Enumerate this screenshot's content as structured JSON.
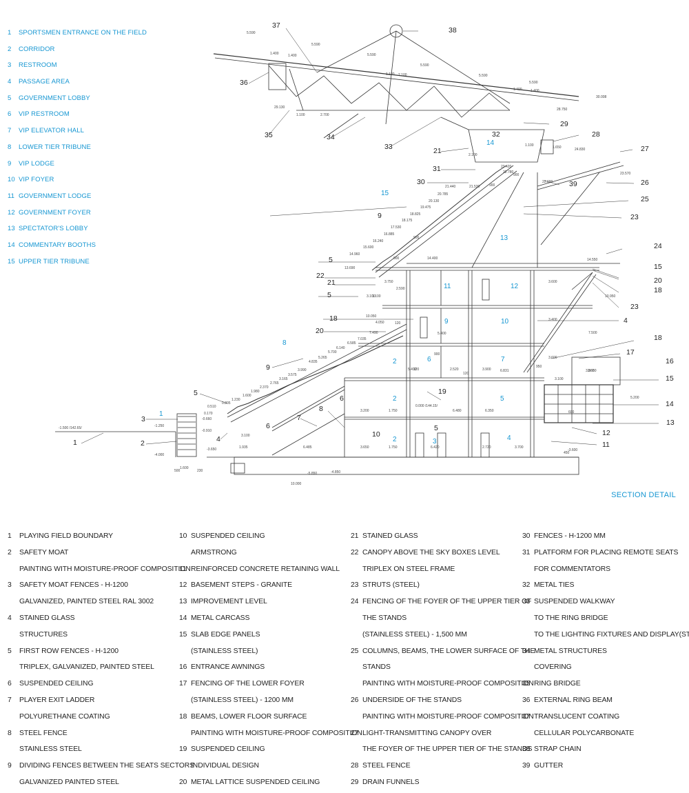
{
  "space_legend": [
    {
      "num": "1",
      "label": "SPORTSMEN ENTRANCE ON THE FIELD"
    },
    {
      "num": "2",
      "label": "CORRIDOR"
    },
    {
      "num": "3",
      "label": "RESTROOM"
    },
    {
      "num": "4",
      "label": "PASSAGE AREA"
    },
    {
      "num": "5",
      "label": "GOVERNMENT LOBBY"
    },
    {
      "num": "6",
      "label": "VIP RESTROOM"
    },
    {
      "num": "7",
      "label": "VIP ELEVATOR HALL"
    },
    {
      "num": "8",
      "label": "LOWER TIER TRIBUNE"
    },
    {
      "num": "9",
      "label": "VIP LODGE"
    },
    {
      "num": "10",
      "label": "VIP FOYER"
    },
    {
      "num": "11",
      "label": "GOVERNMENT LODGE"
    },
    {
      "num": "12",
      "label": "GOVERNMENT FOYER"
    },
    {
      "num": "13",
      "label": "SPECTATOR'S LOBBY"
    },
    {
      "num": "14",
      "label": "COMMENTARY BOOTHS"
    },
    {
      "num": "15",
      "label": "UPPER TIER TRIBUNE"
    }
  ],
  "section_title": "SECTION DETAIL",
  "space_tags": [
    {
      "t": "1"
    },
    {
      "t": "2"
    },
    {
      "t": "2"
    },
    {
      "t": "2"
    },
    {
      "t": "3"
    },
    {
      "t": "4"
    },
    {
      "t": "5"
    },
    {
      "t": "6"
    },
    {
      "t": "7"
    },
    {
      "t": "8"
    },
    {
      "t": "9"
    },
    {
      "t": "10"
    },
    {
      "t": "11"
    },
    {
      "t": "12"
    },
    {
      "t": "13"
    },
    {
      "t": "14"
    },
    {
      "t": "15"
    }
  ],
  "callouts": [
    {
      "t": "1"
    },
    {
      "t": "2"
    },
    {
      "t": "3"
    },
    {
      "t": "4"
    },
    {
      "t": "5"
    },
    {
      "t": "5"
    },
    {
      "t": "5"
    },
    {
      "t": "5"
    },
    {
      "t": "6"
    },
    {
      "t": "6"
    },
    {
      "t": "7"
    },
    {
      "t": "8"
    },
    {
      "t": "9"
    },
    {
      "t": "9"
    },
    {
      "t": "10"
    },
    {
      "t": "11"
    },
    {
      "t": "12"
    },
    {
      "t": "13"
    },
    {
      "t": "14"
    },
    {
      "t": "15"
    },
    {
      "t": "15"
    },
    {
      "t": "16"
    },
    {
      "t": "17"
    },
    {
      "t": "18"
    },
    {
      "t": "18"
    },
    {
      "t": "18"
    },
    {
      "t": "19"
    },
    {
      "t": "20"
    },
    {
      "t": "20"
    },
    {
      "t": "21"
    },
    {
      "t": "21"
    },
    {
      "t": "22"
    },
    {
      "t": "23"
    },
    {
      "t": "23"
    },
    {
      "t": "24"
    },
    {
      "t": "25"
    },
    {
      "t": "26"
    },
    {
      "t": "27"
    },
    {
      "t": "28"
    },
    {
      "t": "29"
    },
    {
      "t": "30"
    },
    {
      "t": "31"
    },
    {
      "t": "32"
    },
    {
      "t": "33"
    },
    {
      "t": "34"
    },
    {
      "t": "35"
    },
    {
      "t": "36"
    },
    {
      "t": "37"
    },
    {
      "t": "38"
    },
    {
      "t": "39"
    },
    {
      "t": "4"
    }
  ],
  "dims": [
    {
      "t": "5.590"
    },
    {
      "t": "5.590"
    },
    {
      "t": "5.590"
    },
    {
      "t": "5.590"
    },
    {
      "t": "5.590"
    },
    {
      "t": "5.590"
    },
    {
      "t": "1.400"
    },
    {
      "t": "1.400"
    },
    {
      "t": "1.120"
    },
    {
      "t": "2.100"
    },
    {
      "t": "1.100"
    },
    {
      "t": "2.700"
    },
    {
      "t": "1.400"
    },
    {
      "t": "1.400"
    },
    {
      "t": "30.008"
    },
    {
      "t": "28.750"
    },
    {
      "t": "29.130"
    },
    {
      "t": "24.830"
    },
    {
      "t": "23.570"
    },
    {
      "t": "22.780"
    },
    {
      "t": "23.420"
    },
    {
      "t": "22.690"
    },
    {
      "t": "21.530"
    },
    {
      "t": "21.440"
    },
    {
      "t": "20.785"
    },
    {
      "t": "20.130"
    },
    {
      "t": "19.475"
    },
    {
      "t": "18.825"
    },
    {
      "t": "18.175"
    },
    {
      "t": "17.530"
    },
    {
      "t": "16.885"
    },
    {
      "t": "16.240"
    },
    {
      "t": "15.600"
    },
    {
      "t": "14.960"
    },
    {
      "t": "14.400"
    },
    {
      "t": "14.550"
    },
    {
      "t": "13.690"
    },
    {
      "t": "10.950"
    },
    {
      "t": "10.050"
    },
    {
      "t": "4.050"
    },
    {
      "t": "3.750"
    },
    {
      "t": "7.490"
    },
    {
      "t": "7.035"
    },
    {
      "t": "6.585"
    },
    {
      "t": "6.140"
    },
    {
      "t": "5.700"
    },
    {
      "t": "5.265"
    },
    {
      "t": "4.835"
    },
    {
      "t": "3.990"
    },
    {
      "t": "3.575"
    },
    {
      "t": "3.165"
    },
    {
      "t": "2.765"
    },
    {
      "t": "2.370"
    },
    {
      "t": "1.980"
    },
    {
      "t": "1.600"
    },
    {
      "t": "1.230"
    },
    {
      "t": "0.805"
    },
    {
      "t": "0.510"
    },
    {
      "t": "0.170"
    },
    {
      "t": "-0.660"
    },
    {
      "t": "-0.910"
    },
    {
      "t": "-1.250"
    },
    {
      "t": "-1.500 /142.65/"
    },
    {
      "t": "-3.650"
    },
    {
      "t": "-4.000"
    },
    {
      "t": "-5.850"
    },
    {
      "t": "-4.850"
    },
    {
      "t": "-3.600"
    },
    {
      "t": "5.400"
    },
    {
      "t": "5.490"
    },
    {
      "t": "2.520"
    },
    {
      "t": "3.900"
    },
    {
      "t": "6.831"
    },
    {
      "t": "7.500"
    },
    {
      "t": "3.100"
    },
    {
      "t": "3.650"
    },
    {
      "t": "0.000 /144.15/"
    },
    {
      "t": "6.480"
    },
    {
      "t": "6.350"
    },
    {
      "t": "3.200"
    },
    {
      "t": "1.750"
    },
    {
      "t": "3.650"
    },
    {
      "t": "1.750"
    },
    {
      "t": "6.420"
    },
    {
      "t": "2.720"
    },
    {
      "t": "3.700"
    },
    {
      "t": "6.485"
    },
    {
      "t": "1.600"
    },
    {
      "t": "10.000"
    },
    {
      "t": "3.600"
    },
    {
      "t": "3.400"
    },
    {
      "t": "3.600"
    },
    {
      "t": "5.200"
    },
    {
      "t": "120"
    },
    {
      "t": "120"
    },
    {
      "t": "120"
    },
    {
      "t": "950"
    },
    {
      "t": "900"
    },
    {
      "t": "900"
    },
    {
      "t": "900"
    },
    {
      "t": "900"
    },
    {
      "t": "900"
    },
    {
      "t": "3.860"
    },
    {
      "t": "3.100"
    },
    {
      "t": "1.935"
    },
    {
      "t": "3.100"
    },
    {
      "t": "1.100"
    },
    {
      "t": "2.100"
    },
    {
      "t": "1.100"
    },
    {
      "t": "1.650"
    },
    {
      "t": "2.590"
    },
    {
      "t": "450"
    },
    {
      "t": "600"
    },
    {
      "t": "500"
    },
    {
      "t": "230"
    }
  ],
  "notes": [
    [
      {
        "n": "1",
        "text": "PLAYING FIELD BOUNDARY"
      },
      {
        "n": "2",
        "text": "SAFETY MOAT"
      },
      {
        "n": "",
        "text": "PAINTING WITH MOISTURE-PROOF COMPOSITION"
      },
      {
        "n": "3",
        "text": "SAFETY MOAT FENCES - H-1200"
      },
      {
        "n": "",
        "text": "GALVANIZED, PAINTED STEEL RAL 3002"
      },
      {
        "n": "4",
        "text": "STAINED GLASS"
      },
      {
        "n": "",
        "text": "STRUCTURES"
      },
      {
        "n": "5",
        "text": "FIRST ROW FENCES - H-1200"
      },
      {
        "n": "",
        "text": "TRIPLEX, GALVANIZED, PAINTED STEEL"
      },
      {
        "n": "6",
        "text": "SUSPENDED CEILING"
      },
      {
        "n": "7",
        "text": "PLAYER EXIT LADDER"
      },
      {
        "n": "",
        "text": "POLYURETHANE COATING"
      },
      {
        "n": "8",
        "text": "STEEL FENCE"
      },
      {
        "n": "",
        "text": "STAINLESS STEEL"
      },
      {
        "n": "9",
        "text": "DIVIDING FENCES BETWEEN THE SEATS SECTORS"
      },
      {
        "n": "",
        "text": "GALVANIZED PAINTED STEEL"
      }
    ],
    [
      {
        "n": "10",
        "text": "SUSPENDED CEILING"
      },
      {
        "n": "",
        "text": "ARMSTRONG"
      },
      {
        "n": "11",
        "text": "REINFORCED CONCRETE RETAINING WALL"
      },
      {
        "n": "12",
        "text": "BASEMENT STEPS - GRANITE"
      },
      {
        "n": "13",
        "text": "IMPROVEMENT LEVEL"
      },
      {
        "n": "14",
        "text": "METAL CARCASS"
      },
      {
        "n": "15",
        "text": "SLAB EDGE PANELS"
      },
      {
        "n": "",
        "text": "(STAINLESS STEEL)"
      },
      {
        "n": "16",
        "text": "ENTRANCE AWNINGS"
      },
      {
        "n": "17",
        "text": "FENCING OF THE LOWER FOYER"
      },
      {
        "n": "",
        "text": "(STAINLESS STEEL) - 1200 MM"
      },
      {
        "n": "18",
        "text": "BEAMS, LOWER FLOOR SURFACE"
      },
      {
        "n": "",
        "text": "PAINTING WITH MOISTURE-PROOF COMPOSITION"
      },
      {
        "n": "19",
        "text": "SUSPENDED CEILING"
      },
      {
        "n": "",
        "text": "INDIVIDUAL DESIGN"
      },
      {
        "n": "20",
        "text": "METAL LATTICE SUSPENDED CEILING"
      }
    ],
    [
      {
        "n": "21",
        "text": "STAINED GLASS"
      },
      {
        "n": "22",
        "text": "CANOPY ABOVE THE SKY BOXES LEVEL"
      },
      {
        "n": "",
        "text": "TRIPLEX ON STEEL FRAME"
      },
      {
        "n": "23",
        "text": "STRUTS (STEEL)"
      },
      {
        "n": "24",
        "text": "FENCING OF THE FOYER OF THE UPPER TIER OF"
      },
      {
        "n": "",
        "text": "THE STANDS"
      },
      {
        "n": "",
        "text": "(STAINLESS STEEL) - 1,500 MM"
      },
      {
        "n": "25",
        "text": "COLUMNS, BEAMS, THE LOWER SURFACE OF THE"
      },
      {
        "n": "",
        "text": "STANDS"
      },
      {
        "n": "",
        "text": "PAINTING WITH MOISTURE-PROOF COMPOSITION"
      },
      {
        "n": "26",
        "text": "UNDERSIDE OF THE STANDS"
      },
      {
        "n": "",
        "text": "PAINTING WITH MOISTURE-PROOF COMPOSITION"
      },
      {
        "n": "27",
        "text": "LIGHT-TRANSMITTING CANOPY OVER"
      },
      {
        "n": "",
        "text": "THE FOYER OF THE UPPER TIER OF THE STANDS"
      },
      {
        "n": "28",
        "text": "STEEL FENCE"
      },
      {
        "n": "29",
        "text": "DRAIN FUNNELS"
      }
    ],
    [
      {
        "n": "30",
        "text": "FENCES - H-1200 MM"
      },
      {
        "n": "31",
        "text": "PLATFORM FOR PLACING REMOTE SEATS"
      },
      {
        "n": "",
        "text": "FOR COMMENTATORS"
      },
      {
        "n": "32",
        "text": "METAL TIES"
      },
      {
        "n": "33",
        "text": "SUSPENDED WALKWAY"
      },
      {
        "n": "",
        "text": "TO THE RING BRIDGE"
      },
      {
        "n": "",
        "text": "TO THE LIGHTING FIXTURES AND DISPLAY(STEEL)"
      },
      {
        "n": "34",
        "text": "METAL STRUCTURES"
      },
      {
        "n": "",
        "text": "COVERING"
      },
      {
        "n": "35",
        "text": "RING BRIDGE"
      },
      {
        "n": "36",
        "text": "EXTERNAL RING BEAM"
      },
      {
        "n": "37",
        "text": "TRANSLUCENT COATING"
      },
      {
        "n": "",
        "text": "CELLULAR POLYCARBONATE"
      },
      {
        "n": "38",
        "text": "STRAP CHAIN"
      },
      {
        "n": "39",
        "text": "GUTTER"
      }
    ]
  ],
  "colors": {
    "accent": "#1596d2",
    "line": "#333333",
    "text": "#222222"
  }
}
